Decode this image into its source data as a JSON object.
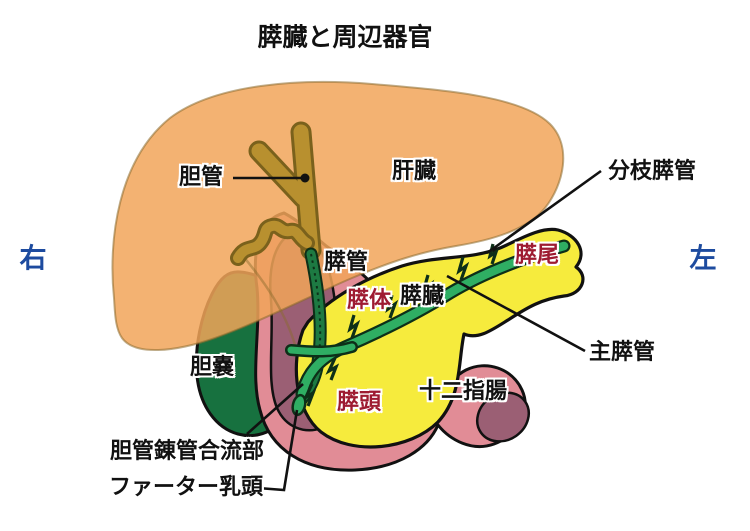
{
  "title": "膵臓と周辺器官",
  "orientation": {
    "right": "右",
    "left": "左"
  },
  "labels": {
    "bile_duct": "胆管",
    "liver": "肝臓",
    "branch_pancreatic_duct": "分枝膵管",
    "pancreatic_duct": "膵管",
    "pancreas_tail": "膵尾",
    "pancreas_body": "膵体",
    "pancreas": "膵臓",
    "main_pancreatic_duct": "主膵管",
    "gallbladder": "胆嚢",
    "pancreas_head": "膵頭",
    "duodenum": "十二指腸",
    "bile_pancreatic_duct_junction": "胆管錬管合流部",
    "papilla_of_vater": "ファーター乳頭"
  },
  "colors": {
    "liver": "#F1A459",
    "liver_outline": "#8A6A2C",
    "bile_duct": "#B8902F",
    "bile_duct_outline": "#7A611C",
    "gallbladder": "#17713F",
    "pancreas": "#F6EB3D",
    "duct_green": "#2FAE63",
    "duct_green_dark": "#1D7A42",
    "duct_outline": "#0D2F18",
    "duodenum": "#E18C96",
    "duodenum_inner": "#9B5F74",
    "outline": "#111111",
    "label_red": "#9E1B31",
    "label_blue": "#1D4B9F",
    "label_black": "#111111"
  }
}
